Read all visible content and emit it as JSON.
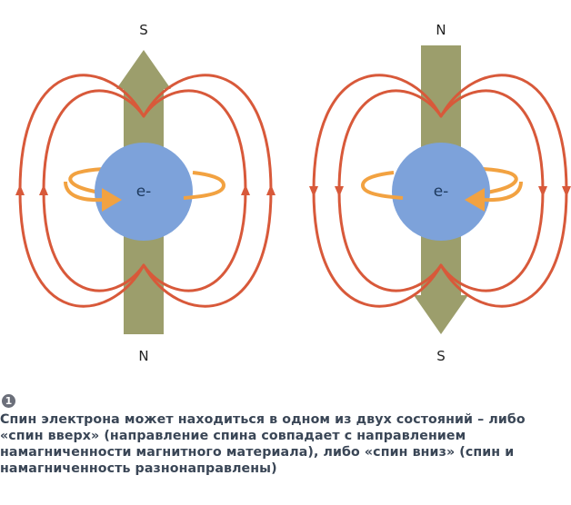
{
  "diagram": {
    "left_panel": {
      "top_label": "S",
      "bottom_label": "N",
      "electron_label": "e-",
      "spin": "up"
    },
    "right_panel": {
      "top_label": "N",
      "bottom_label": "S",
      "electron_label": "e-",
      "spin": "down"
    },
    "colors": {
      "bar": "#9c9e6c",
      "field_lines": "#d8593a",
      "electron": "#7da2da",
      "rotation_arrow": "#f2a241"
    }
  },
  "caption": {
    "number": "1",
    "text": "Спин электрона может находиться в одном из двух состояний – либо «спин вверх» (направление спина совпадает с направлением намагниченности магнитного материала), либо «спин вниз» (спин и намагниченность разнонаправлены)"
  }
}
